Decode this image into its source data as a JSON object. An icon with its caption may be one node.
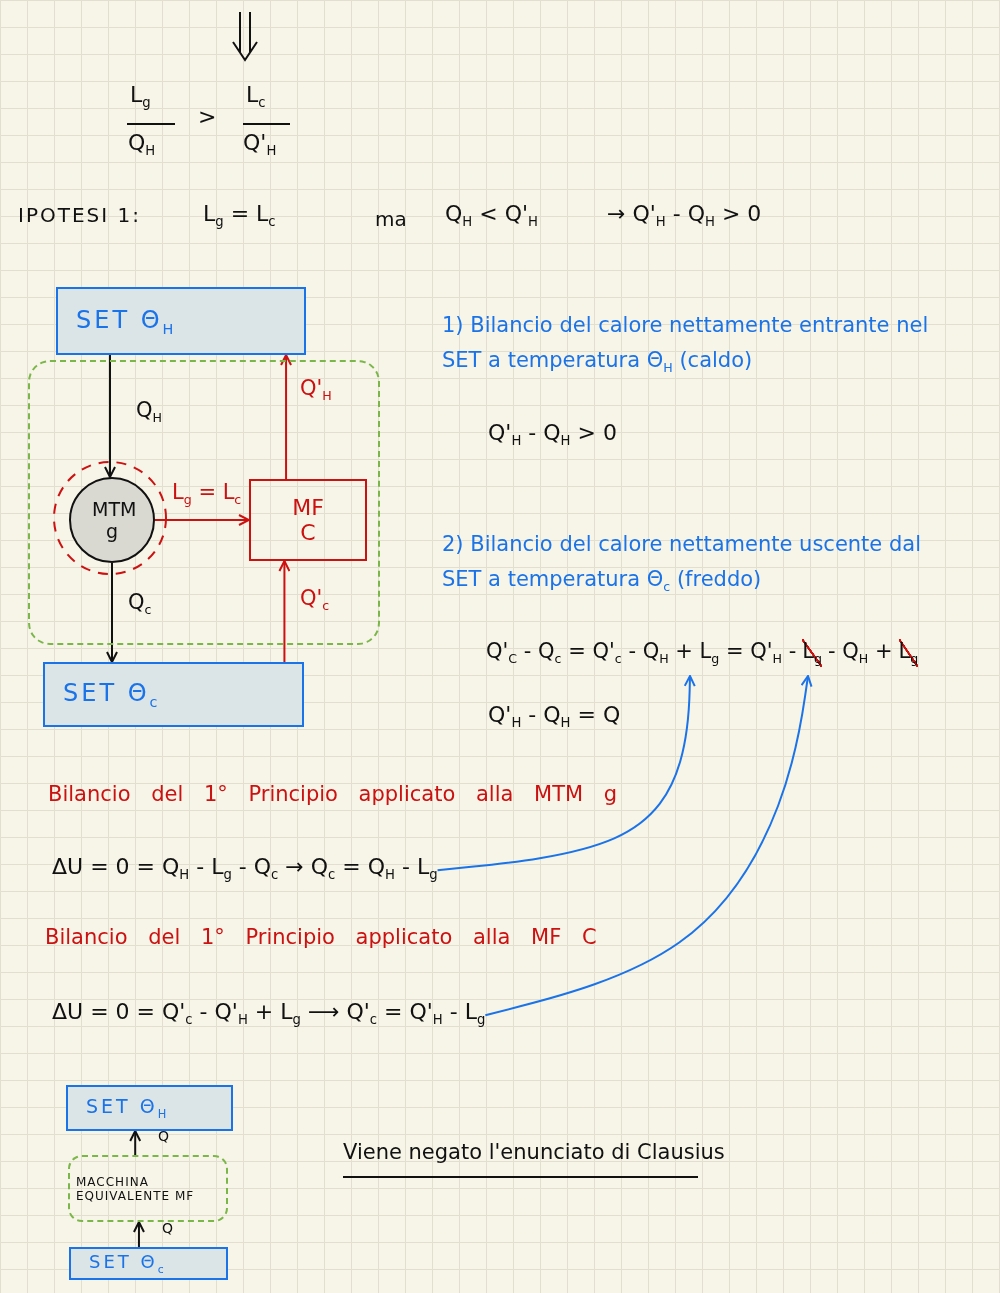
{
  "diagram": {
    "nodes": [
      {
        "text": [
          "SET Θ$_{H}$"
        ]
      },
      {
        "text": [],
        "shape": "box"
      },
      {
        "text": [
          "MTM g"
        ],
        "in": 1
      },
      {
        "text": [
          "MF C"
        ],
        "in": 1
      },
      {
        "text": [
          "SET Θ$_{c}$"
        ]
      },
      {
        "text": [
          "Q'$_{C}$ - Q$_{c}$ = Q'$_{c}$ - Q$_{H}$ + L$_{g}$ = Q'$_{H}$ -",
          "L$_{g}$",
          "- Q$_{H}$ +",
          "L$_{g}$"
        ]
      },
      {
        "text": [
          "ΔU = 0 = Q$_{H}$ - L$_{g}$ - Q$_{c}$ → Q$_{c}$ = Q$_{H}$ - L$_{g}$"
        ]
      },
      {
        "text": [
          "ΔU = 0 = Q'$_{c}$ - Q'$_{H}$ + L$_{g}$ ⟶ Q'$_{c}$ = Q'$_{H}$ - L$_{g}$"
        ]
      },
      {
        "text": [
          "SET Θ$_{H}$"
        ]
      },
      {
        "text": [
          "MACCHINA EQUIVALENTE MF"
        ]
      },
      {
        "text": [
          "SET Θ$_{c}$"
        ]
      }
    ],
    "edges": [
      {
        "from": 0,
        "to": 2,
        "arrow": "to",
        "label": "Q$_{H}$"
      },
      {
        "from": 2,
        "to": 4,
        "arrow": "to",
        "label": "Q$_{c}$"
      },
      {
        "from": 2,
        "to": 3,
        "arrow": "to",
        "label": "L$_{g}$ = L$_{c}$",
        "color": "#cc1111"
      },
      {
        "from": 3,
        "to": 0,
        "arrow": "to",
        "label": "Q'$_{H}$",
        "color": "#cc1111"
      },
      {
        "from": 4,
        "to": 3,
        "arrow": "to",
        "label": "Q'$_{c}$",
        "color": "#cc1111"
      },
      {
        "from": 6,
        "to": 5,
        "arrow": "to",
        "color": "#1a73e8"
      },
      {
        "from": 7,
        "to": 5,
        "arrow": "to",
        "color": "#1a73e8"
      },
      {
        "from": 9,
        "to": 8,
        "arrow": "to",
        "label": "Q"
      },
      {
        "from": 10,
        "to": 9,
        "arrow": "to",
        "label": "Q"
      }
    ],
    "labels": [
      "L$_{g}$",
      "Q$_{H}$",
      ">",
      "L$_{c}$",
      "Q'$_{H}$",
      "IPOTESI 1:",
      "L$_{g}$ = L$_{c}$",
      "ma",
      "Q$_{H}$ < Q'$_{H}$",
      "→ Q'$_{H}$ - Q$_{H}$ > 0",
      "1) Bilancio del calore nettamente entrante nel SET a temperatura Θ$_{H}$ (caldo)",
      "Q'$_{H}$ - Q$_{H}$ > 0",
      "2) Bilancio del calore nettamente uscente dal SET a temperatura Θ$_{c}$ (freddo)",
      "Q'$_{H}$ - Q$_{H}$ = Q",
      "Bilancio del 1° Principio applicato alla MTM g",
      "Bilancio del 1° Principio applicato alla MF C",
      "Viene negato l'enunciato di Clausius"
    ]
  }
}
